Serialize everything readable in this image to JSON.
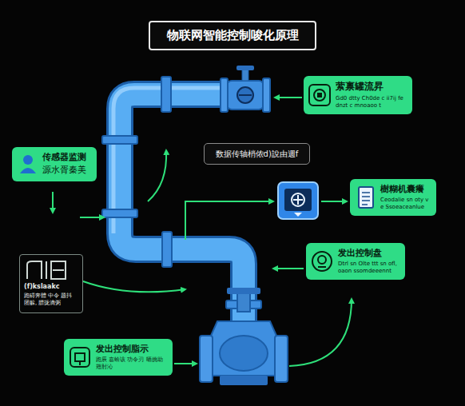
{
  "diagram": {
    "title": "物联网智能控制唆化原理",
    "nodes": [
      {
        "text": [
          "萦禀罐流昇",
          "Gd0 dtty Ch0de c ii7ij fe dnzt c mnoaoo t"
        ]
      },
      {
        "text": [
          "数据传轴梢侬d)說由週f"
        ]
      },
      {
        "text": [
          "传感器监测",
          "源水胥秦美"
        ]
      },
      {
        "text": [
          "樹糊机囊癢",
          "Ceodalie sn oty ve Ssoeaceanlue"
        ]
      },
      {
        "text": [
          "发出控制盘",
          "Dtrl sn Olte ttt sn ofl, oaon ssomdeeennt"
        ]
      },
      {
        "text": [
          "(f)kslaakc",
          "跑碍奔體 中令 题抖团躲, 膘拢滴粥"
        ]
      },
      {
        "text": [
          "发出控制脂示",
          "跑辰 嘉蛤该 功令刃 晒挑助 翅肘沁"
        ]
      }
    ]
  }
}
